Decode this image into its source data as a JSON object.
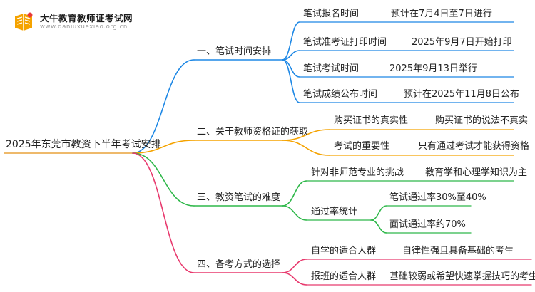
{
  "logo": {
    "name": "大牛教育教师证考试网",
    "url": "www.daniuxuexiao.org.cn"
  },
  "root": "2025年东莞市教资下半年考试安排",
  "colors": {
    "branch1": "#1e88e5",
    "branch2": "#f5a300",
    "branch3": "#2fb84a",
    "branch4": "#e83a6e",
    "root_line": "#e8a23a"
  },
  "branches": [
    {
      "title": "一、笔试时间安排",
      "items": [
        {
          "label": "笔试报名时间",
          "value": "预计在7月4日至7日进行"
        },
        {
          "label": "笔试准考证打印时间",
          "value": "2025年9月7日开始打印"
        },
        {
          "label": "笔试考试时间",
          "value": "2025年9月13日举行"
        },
        {
          "label": "笔试成绩公布时间",
          "value": "预计在2025年11月8日公布"
        }
      ]
    },
    {
      "title": "二、关于教师资格证的获取",
      "items": [
        {
          "label": "购买证书的真实性",
          "value": "购买证书的说法不真实"
        },
        {
          "label": "考试的重要性",
          "value": "只有通过考试才能获得资格"
        }
      ]
    },
    {
      "title": "三、教资笔试的难度",
      "items": [
        {
          "label": "针对非师范专业的挑战",
          "value": "教育学和心理学知识为主"
        },
        {
          "label": "通过率统计",
          "subs": [
            "笔试通过率30%至40%",
            "面试通过率约70%"
          ]
        }
      ]
    },
    {
      "title": "四、备考方式的选择",
      "items": [
        {
          "label": "自学的适合人群",
          "value": "自律性强且具备基础的考生"
        },
        {
          "label": "报班的适合人群",
          "value": "基础较弱或希望快速掌握技巧的考生"
        }
      ]
    }
  ]
}
